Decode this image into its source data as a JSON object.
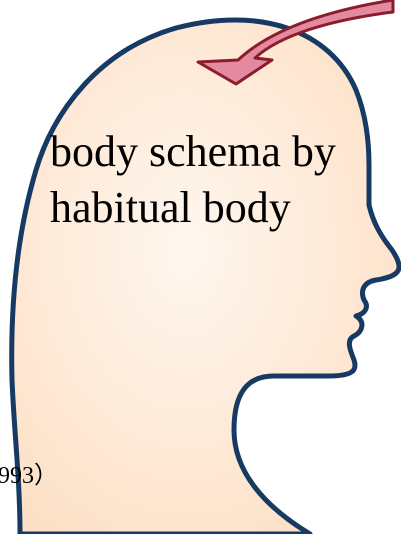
{
  "diagram": {
    "caption_line1": "body schema by",
    "caption_line2": "habitual body",
    "citation_fragment": "993）"
  },
  "colors": {
    "head_fill_center": "#fff6ee",
    "head_fill_edge": "#fde1c8",
    "head_outline": "#163a63",
    "arrow_fill": "#e48aa0",
    "arrow_outline": "#8b1c2c"
  },
  "icons": {
    "head": "head-silhouette-icon",
    "arrow": "curved-arrow-icon"
  }
}
